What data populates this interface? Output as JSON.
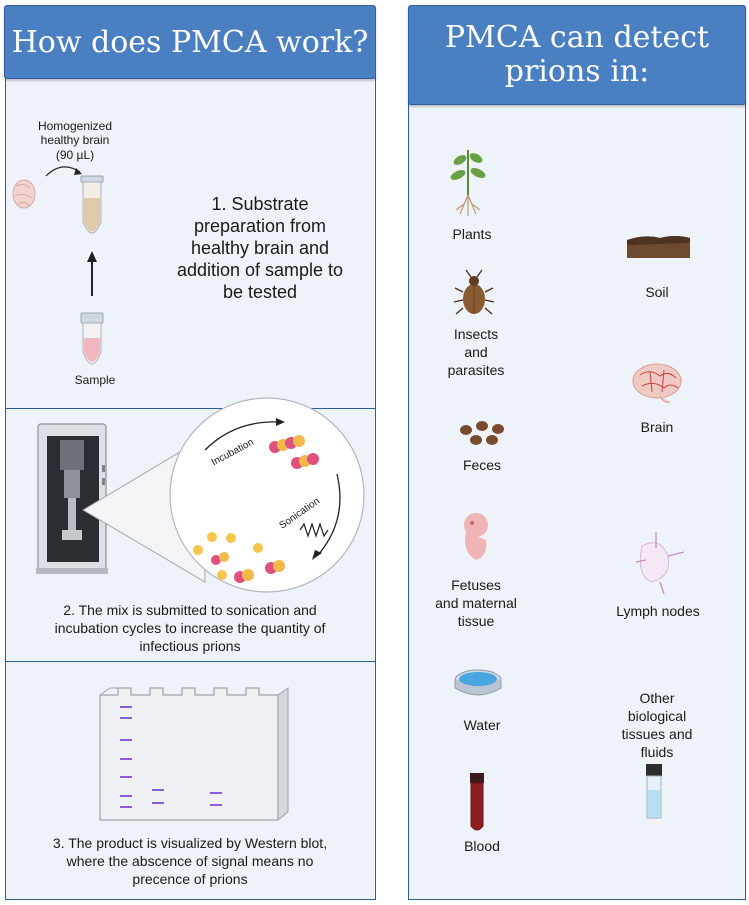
{
  "left": {
    "title": "How does PMCA work?",
    "step1": {
      "brain_label_line1": "Homogenized",
      "brain_label_line2": "healthy brain",
      "brain_label_line3": "(90 µL)",
      "sample_label": "Sample",
      "text": [
        "1. Substrate",
        "preparation  from",
        "healthy brain and",
        "addition of sample to",
        "be tested"
      ]
    },
    "step2": {
      "incubation_label": "Incubation",
      "sonication_label": "Sonication",
      "text": [
        "2. The mix is submitted to sonication and",
        "incubation cycles to increase the quantity of",
        "infectious prions"
      ]
    },
    "step3": {
      "text": [
        "3. The product is visualized by Western blot,",
        "where the abscence of signal means no",
        "precence of prions"
      ]
    }
  },
  "right": {
    "title_line1": "PMCA can detect",
    "title_line2": "prions in:",
    "items": {
      "plants": "Plants",
      "soil": "Soil",
      "insects": [
        "Insects",
        "and",
        "parasites"
      ],
      "brain": "Brain",
      "feces": "Feces",
      "fetuses": [
        "Fetuses",
        "and maternal",
        "tissue"
      ],
      "lymph": "Lymph nodes",
      "water": "Water",
      "other": [
        "Other",
        "biological",
        "tissues and",
        "fluids"
      ],
      "blood": "Blood"
    }
  },
  "colors": {
    "header_blue": "#4a7fc1",
    "border_blue": "#2f5d97",
    "panel_bg": "#eef3fa",
    "band_purple": "#8a5cd6"
  }
}
